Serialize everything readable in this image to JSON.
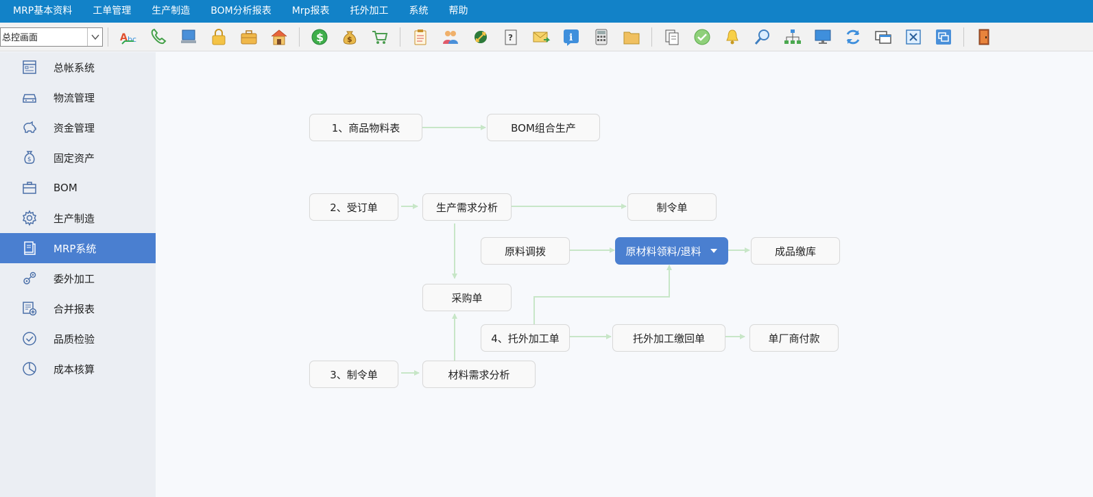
{
  "menubar": {
    "items": [
      "MRP基本资料",
      "工单管理",
      "生产制造",
      "BOM分析报表",
      "Mrp报表",
      "托外加工",
      "系统",
      "帮助"
    ]
  },
  "toolbar": {
    "view_select_value": "总控画面",
    "icons": [
      "spell-check-icon",
      "phone-icon",
      "computer-icon",
      "lock-icon",
      "briefcase-icon",
      "home-icon",
      "dollar-coin-icon",
      "money-bag-icon",
      "shopping-cart-icon",
      "clipboard-icon",
      "users-icon",
      "link-icon",
      "help-document-icon",
      "mail-icon",
      "info-icon",
      "calculator-icon",
      "folder-icon",
      "copy-icon",
      "check-circle-icon",
      "bell-icon",
      "search-icon",
      "org-chart-icon",
      "monitor-icon",
      "refresh-icon",
      "window-icon",
      "close-window-icon",
      "switch-window-icon",
      "exit-door-icon"
    ]
  },
  "sidebar": {
    "items": [
      {
        "label": "总帐系统",
        "icon": "ledger-icon"
      },
      {
        "label": "物流管理",
        "icon": "car-icon"
      },
      {
        "label": "资金管理",
        "icon": "piggy-bank-icon"
      },
      {
        "label": "固定资产",
        "icon": "money-bag-icon"
      },
      {
        "label": "BOM",
        "icon": "briefcase-icon"
      },
      {
        "label": "生产制造",
        "icon": "gear-icon"
      },
      {
        "label": "MRP系统",
        "icon": "book-icon"
      },
      {
        "label": "委外加工",
        "icon": "gears-icon"
      },
      {
        "label": "合并报表",
        "icon": "report-add-icon"
      },
      {
        "label": "品质检验",
        "icon": "check-circle-icon"
      },
      {
        "label": "成本核算",
        "icon": "pie-chart-icon"
      }
    ],
    "active_index": 6
  },
  "flow": {
    "nodes": {
      "n1": "1、商品物料表",
      "n2": "BOM组合生产",
      "n3": "2、受订单",
      "n4": "生产需求分析",
      "n5": "制令单",
      "n6": "原料调拨",
      "n7": "原材料领料/退料",
      "n8": "成品缴库",
      "n9": "采购单",
      "n10": "4、托外加工单",
      "n11": "托外加工缴回单",
      "n12": "单厂商付款",
      "n13": "3、制令单",
      "n14": "材料需求分析"
    },
    "active_node": "n7"
  },
  "colors": {
    "menubar_bg": "#1282c8",
    "active_bg": "#4a7fd0",
    "connector": "#c7e6c7"
  }
}
